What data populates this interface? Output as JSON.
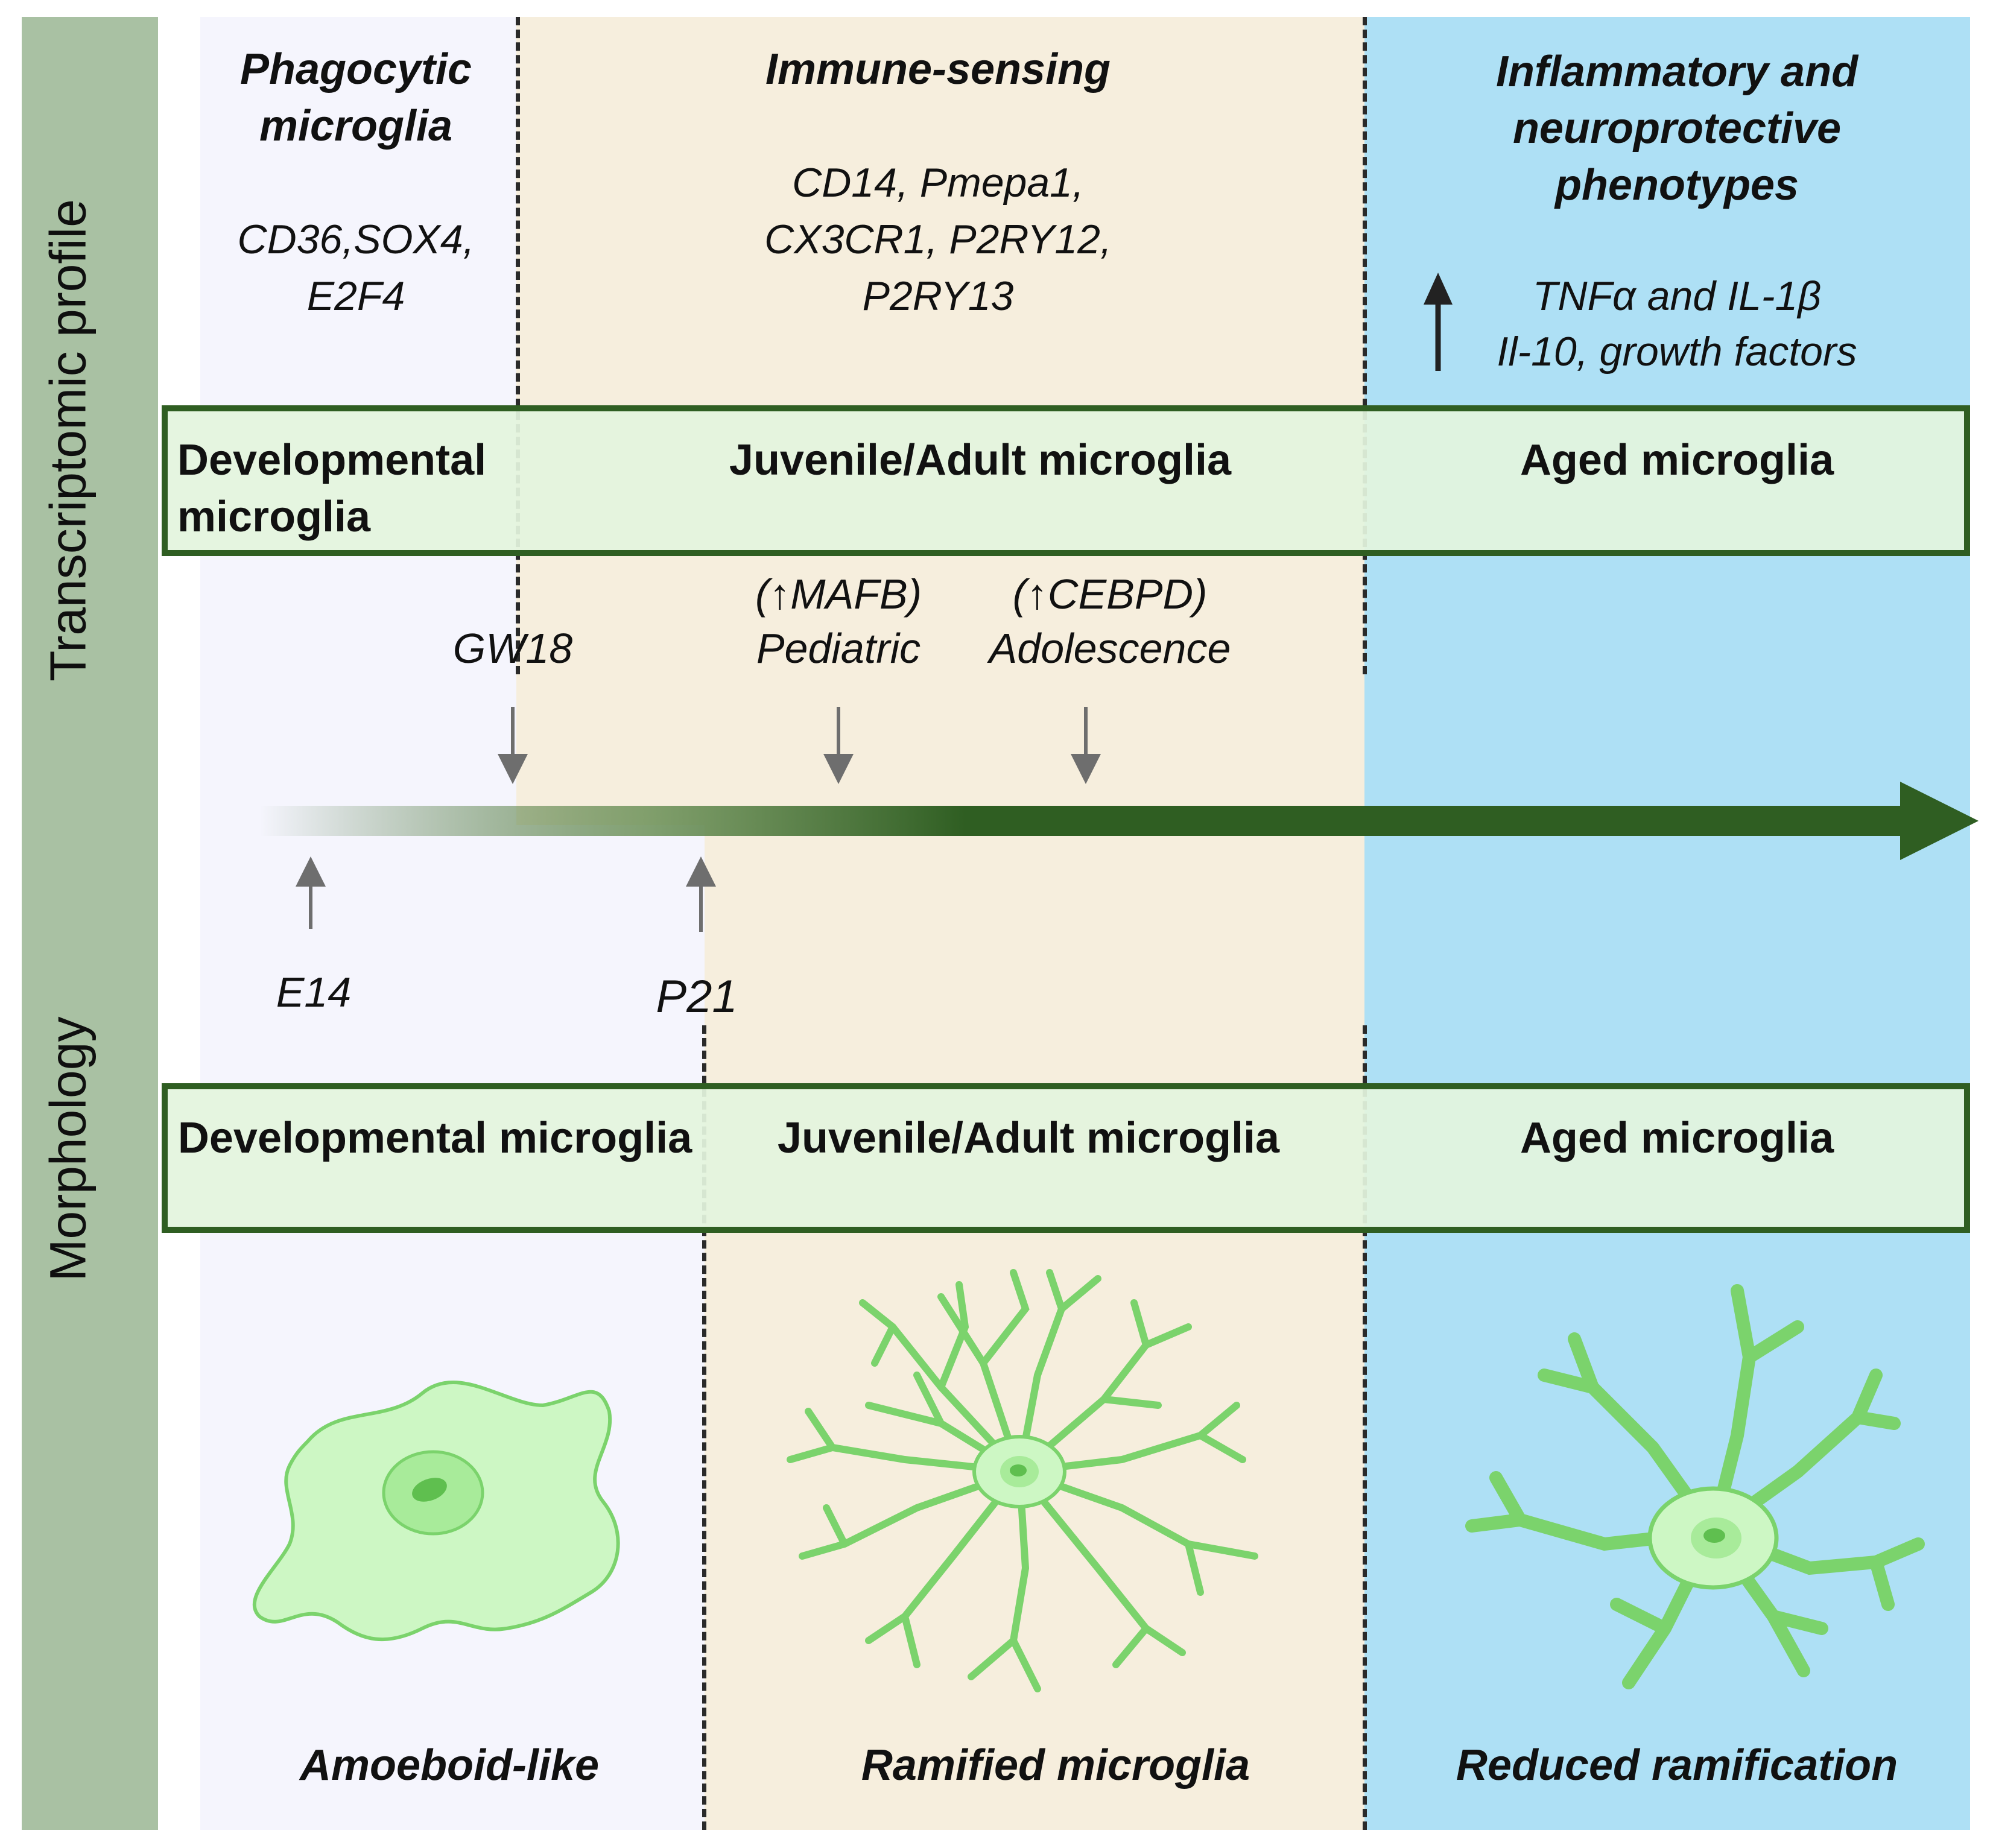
{
  "side_labels": {
    "top": "Transcriptomic profile",
    "bottom": "Morphology"
  },
  "transcriptomic": {
    "developmental": {
      "title": "Phagocytic microglia",
      "genes": "CD36,SOX4, E2F4"
    },
    "juvenile": {
      "title": "Immune-sensing",
      "genes": "CD14, Pmepa1, CX3CR1, P2RY12, P2RY13"
    },
    "aged": {
      "title": "Inflammatory and neuroprotective phenotypes",
      "genes_line1": "TNFα and IL-1β",
      "genes_line2": "Il-10, growth factors"
    }
  },
  "band_top": {
    "developmental": "Developmental microglia",
    "juvenile": "Juvenile/Adult microglia",
    "aged": "Aged microglia"
  },
  "timeline": {
    "gw18": "GW18",
    "mafb": "(↑MAFB)",
    "pediatric": "Pediatric",
    "cebpd": "(↑CEBPD)",
    "adolescence": "Adolescence",
    "e14": "E14",
    "p21": "P21"
  },
  "band_bottom": {
    "developmental": "Developmental microglia",
    "juvenile": "Juvenile/Adult microglia",
    "aged": "Aged microglia"
  },
  "morphology": {
    "developmental": "Amoeboid-like",
    "juvenile": "Ramified microglia",
    "aged": "Reduced ramification"
  },
  "colors": {
    "sidebar": "#a9c1a3",
    "developmental_zone": "#f5f5fd",
    "juvenile_zone": "#f6eedd",
    "aged_zone": "#aee0f5",
    "band_fill": "#e3f4de",
    "band_border": "#2f5e22",
    "timeline_arrow": "#2f5e22",
    "cell_fill": "#cdf7c4",
    "cell_stroke": "#7bd36c",
    "nucleus": "#8fdc80"
  }
}
